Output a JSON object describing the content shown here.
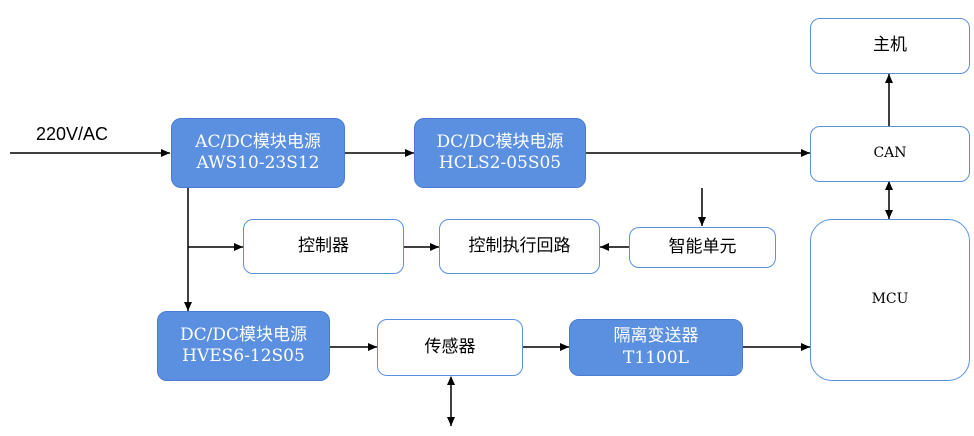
{
  "input_label": "220V/AC",
  "nodes": {
    "acdc": {
      "line1": "AC/DC模块电源",
      "line2": "AWS10-23S12"
    },
    "dcdc1": {
      "line1": "DC/DC模块电源",
      "line2": "HCLS2-05S05"
    },
    "dcdc2": {
      "line1": "DC/DC模块电源",
      "line2": "HVES6-12S05"
    },
    "controller": {
      "label": "控制器"
    },
    "exec_loop": {
      "label": "控制执行回路"
    },
    "smart_unit": {
      "label": "智能单元"
    },
    "sensor": {
      "label": "传感器"
    },
    "isolator": {
      "line1": "隔离变送器",
      "line2": "T1100L"
    },
    "host": {
      "label": "主机"
    },
    "can": {
      "label": "CAN"
    },
    "mcu": {
      "label": "MCU"
    }
  },
  "colors": {
    "blue_fill": "#5b8fe0",
    "border": "#5b8fe0",
    "arrow": "#000000"
  }
}
